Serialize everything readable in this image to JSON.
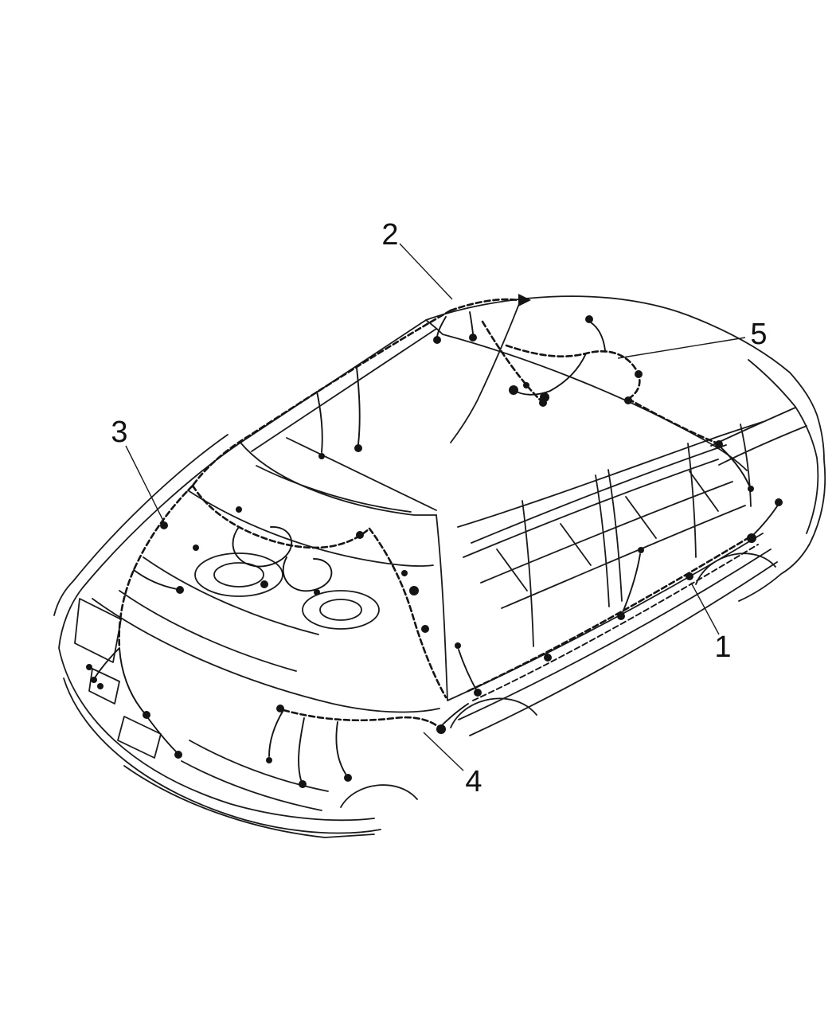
{
  "diagram": {
    "background": "#ffffff",
    "line_color": "#1a1a1a",
    "callouts": [
      {
        "label": "1"
      },
      {
        "label": "2"
      },
      {
        "label": "3"
      },
      {
        "label": "4"
      },
      {
        "label": "5"
      }
    ]
  }
}
